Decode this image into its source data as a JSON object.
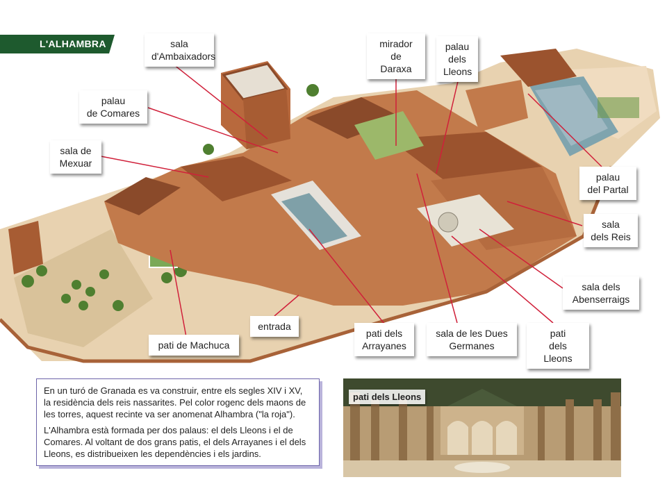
{
  "header": {
    "title": "L'ALHAMBRA"
  },
  "labels": {
    "ambaixadors": "sala\nd'Ambaixadors",
    "daraxa": "mirador\nde Daraxa",
    "palau_lleons": "palau\ndels\nLleons",
    "comares": "palau\nde Comares",
    "mexuar": "sala de\nMexuar",
    "partal": "palau\ndel Partal",
    "reis": "sala\ndels Reis",
    "abenserraigs": "sala dels\nAbenserraigs",
    "entrada": "entrada",
    "machuca": "pati de Machuca",
    "arrayanes": "pati dels\nArrayanes",
    "dues_germanes": "sala de les Dues\nGermanes",
    "pati_lleons": "pati\ndels Lleons"
  },
  "text": {
    "p1": "En un turó de Granada es va construir, entre els segles XIV i XV, la residència dels reis nassarites. Pel color rogenc dels maons de les torres, aquest recinte va ser anomenat Alhambra (\"la roja\").",
    "p2": "L'Alhambra està formada per dos palaus: el dels Lleons i el de Comares. Al voltant de dos grans patis, el dels Arrayanes i el dels Lleons, es distribueixen les dependències i els jardins."
  },
  "photo": {
    "label": "pati dels Lleons"
  },
  "colors": {
    "brick": "#b86a3f",
    "roof": "#8a4a2a",
    "title_bg": "#1e5a2e",
    "garden": "#5d8a3a",
    "water": "#9fb8c2"
  }
}
